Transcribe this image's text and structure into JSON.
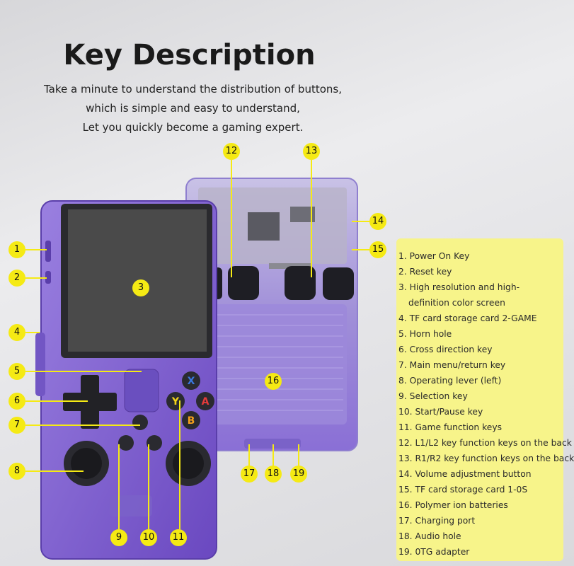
{
  "heading": {
    "title": "Key Description",
    "lines": [
      "Take a minute to understand the distribution of buttons,",
      "which is simple and easy to understand,",
      "Let you quickly become a gaming expert."
    ]
  },
  "device": {
    "button_labels": {
      "x": "X",
      "y": "Y",
      "a": "A",
      "b": "B"
    },
    "colors": {
      "shell": "#7c5ccf",
      "screen": "#4a4a4a",
      "x": "#3a78e0",
      "y": "#f1d21a",
      "a": "#e53b3b",
      "b": "#f4a01a"
    }
  },
  "callouts": [
    "1",
    "2",
    "3",
    "4",
    "5",
    "6",
    "7",
    "8",
    "9",
    "10",
    "11",
    "12",
    "13",
    "14",
    "15",
    "16",
    "17",
    "18",
    "19"
  ],
  "legend": {
    "items": [
      "1. Power On Key",
      "2. Reset key",
      "3. High resolution and high-",
      "definition color screen",
      "4. TF card storage card 2-GAME",
      "5. Horn hole",
      "6. Cross direction key",
      "7. Main menu/return key",
      "8. Operating lever (left)",
      "9. Selection key",
      "10. Start/Pause key",
      "11. Game function keys",
      "12. L1/L2 key function keys on the back",
      "13. R1/R2 key function keys on the back",
      "14. Volume adjustment button",
      "15. TF card storage card 1-0S",
      "16. Polymer ion batteries",
      "17. Charging port",
      "18. Audio hole",
      "19. 0TG adapter"
    ]
  },
  "colors": {
    "accent": "#f5ea14",
    "panel": "#f7f48a"
  }
}
